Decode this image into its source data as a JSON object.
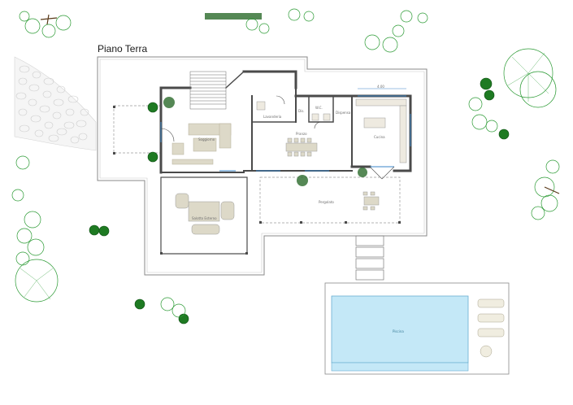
{
  "title": "Piano Terra",
  "rooms": {
    "soggiorno": "Soggiorno",
    "pranzo": "Pranzo",
    "cucina": "Cucina",
    "lavanderia": "Lavanderia",
    "dis": "Dis.",
    "wc": "W.C.",
    "dispensa": "Dispensa",
    "salotto": "Salotto Esterno",
    "pergolato": "Pergolato",
    "piscina": "Piscina",
    "dim": "4.00"
  },
  "colors": {
    "wall": "#4a4a4a",
    "outline": "#8a8a8a",
    "furniture": "#ddd9c8",
    "pool": "#c4e8f7",
    "tree_dark": "#1e7a22",
    "tree_light": "#2a9a33",
    "paving": "#e0e0e0",
    "glass": "#3a86c8"
  }
}
